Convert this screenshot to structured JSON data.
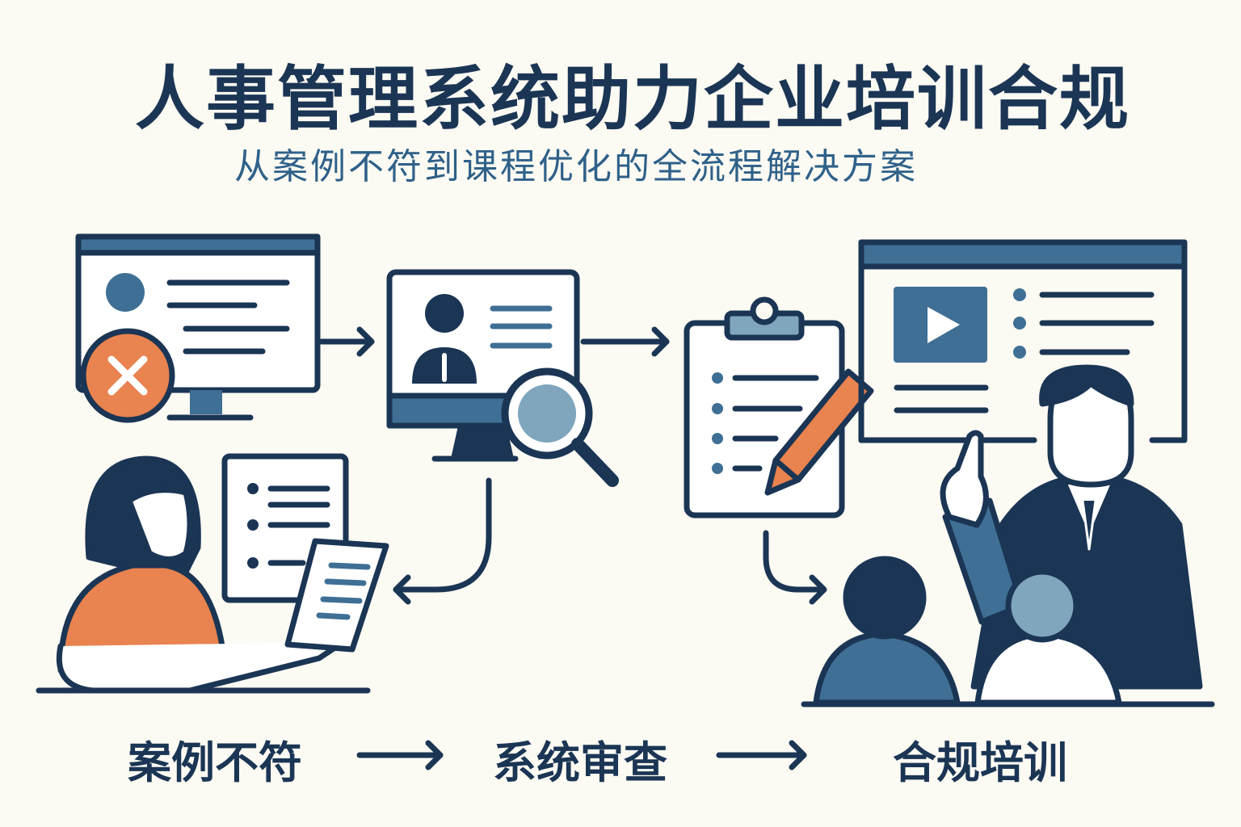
{
  "title": "人事管理系统助力企业培训合规",
  "subtitle": "从案例不符到课程优化的全流程解决方案",
  "steps": [
    {
      "label": "案例不符"
    },
    {
      "label": "系统审查"
    },
    {
      "label": "合规培训"
    }
  ],
  "colors": {
    "background": "#fbfaf3",
    "navy": "#1b3554",
    "blue": "#3f6f94",
    "light_blue": "#7fa6bd",
    "orange": "#e9834f"
  }
}
